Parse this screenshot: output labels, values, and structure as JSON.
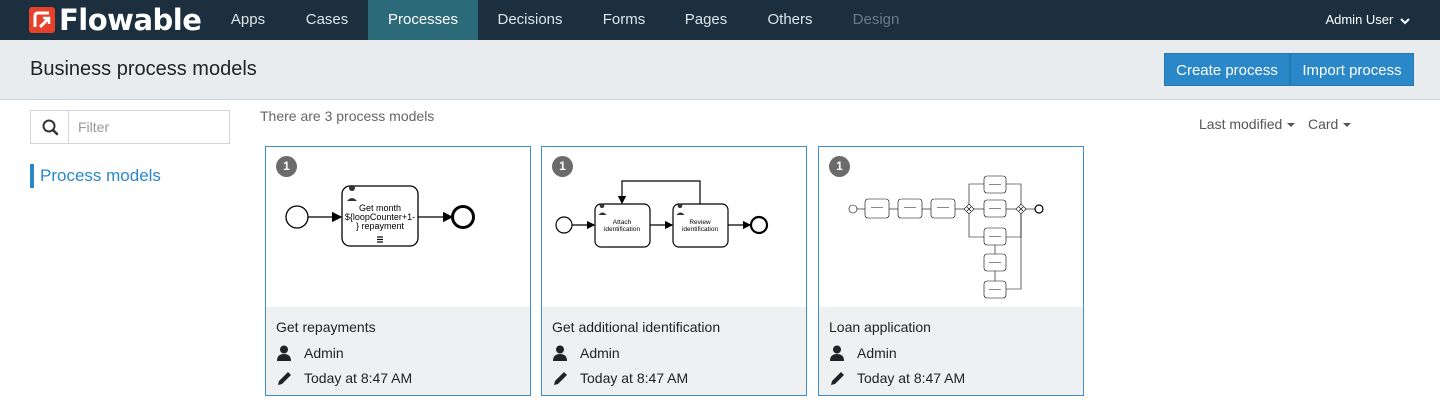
{
  "app": {
    "brand": "Flowable",
    "brand_color": "#e6412b",
    "nav_bg": "#1c2f3f",
    "active_color": "#2a6a79"
  },
  "nav": {
    "items": [
      {
        "label": "Apps"
      },
      {
        "label": "Cases"
      },
      {
        "label": "Processes",
        "active": true
      },
      {
        "label": "Decisions"
      },
      {
        "label": "Forms"
      },
      {
        "label": "Pages"
      },
      {
        "label": "Others"
      },
      {
        "label": "Design",
        "disabled": true
      }
    ],
    "user": "Admin User"
  },
  "header": {
    "title": "Business process models",
    "create_label": "Create process",
    "import_label": "Import process"
  },
  "sidebar": {
    "filter_placeholder": "Filter",
    "filter_value": "",
    "items": [
      {
        "label": "Process models",
        "active": true
      }
    ]
  },
  "main": {
    "count_text": "There are 3 process models",
    "sort_label": "Last modified",
    "view_label": "Card"
  },
  "cards": [
    {
      "version": "1",
      "name": "Get repayments",
      "author": "Admin",
      "modified": "Today at 8:47 AM",
      "diagram": {
        "task_label_lines": [
          "Get month",
          "${loopCounter+1-",
          "} repayment"
        ]
      }
    },
    {
      "version": "1",
      "name": "Get additional identification",
      "author": "Admin",
      "modified": "Today at 8:47 AM",
      "diagram": {
        "task1_lines": [
          "Attach",
          "identification"
        ],
        "task2_lines": [
          "Review",
          "identification"
        ]
      }
    },
    {
      "version": "1",
      "name": "Loan application",
      "author": "Admin",
      "modified": "Today at 8:47 AM"
    }
  ]
}
